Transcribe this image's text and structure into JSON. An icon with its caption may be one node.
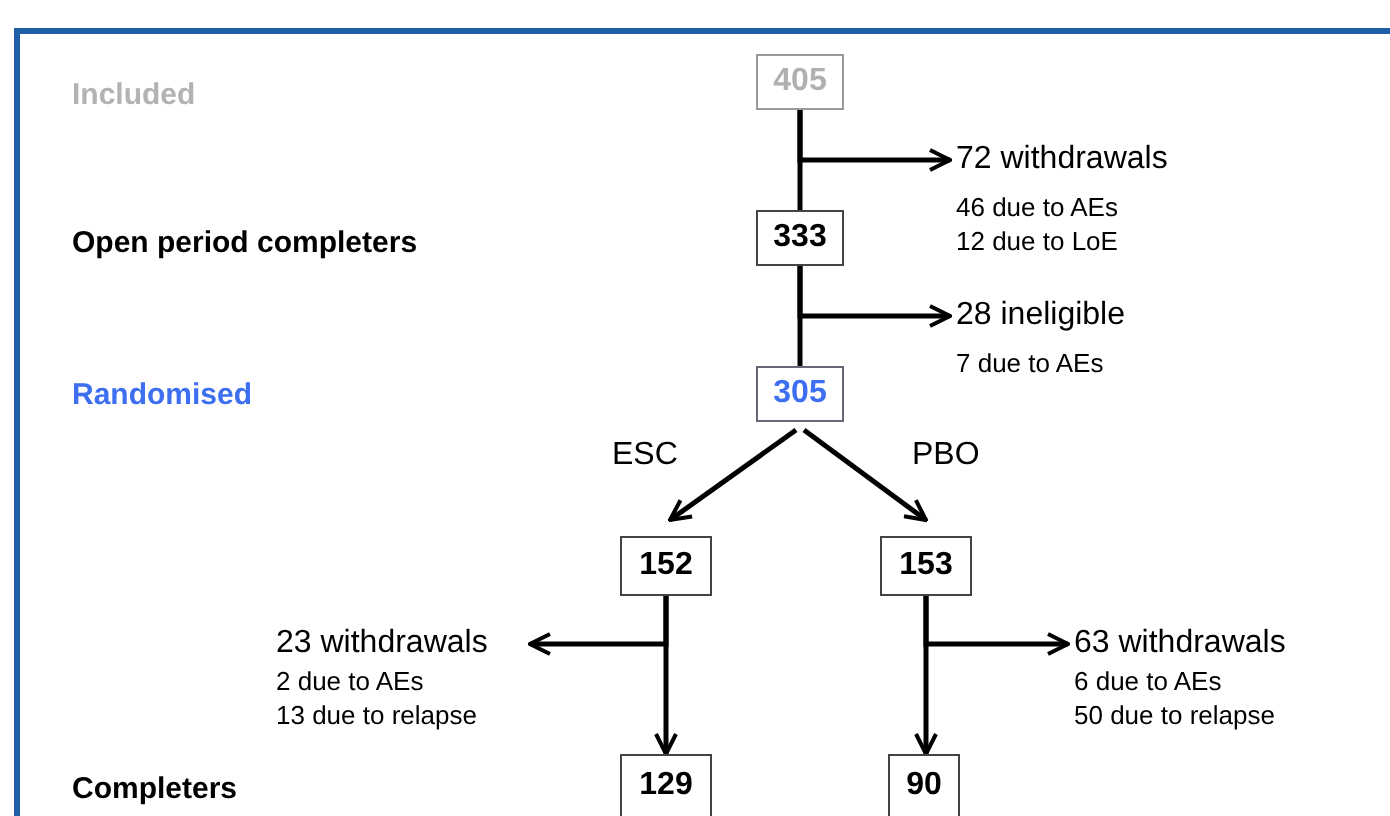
{
  "diagram": {
    "nodes": [
      {
        "text": [
          "405"
        ]
      },
      {
        "text": [
          "333"
        ]
      },
      {
        "text": [
          "305"
        ]
      },
      {
        "text": [
          "152"
        ]
      },
      {
        "text": [
          "153"
        ]
      },
      {
        "text": [
          "129"
        ]
      },
      {
        "text": [
          "90"
        ]
      },
      {
        "text": [
          "72 withdrawals",
          "46 due to AEs",
          "12 due to LoE"
        ]
      },
      {
        "text": [
          "28 ineligible",
          "7 due to AEs"
        ]
      },
      {
        "text": [
          "23 withdrawals",
          "2 due to AEs",
          "13 due to relapse"
        ]
      },
      {
        "text": [
          "63 withdrawals",
          "6 due to AEs",
          "50 due to relapse"
        ]
      }
    ],
    "edges": [
      {
        "from": 0,
        "to": 1,
        "arrow": "none"
      },
      {
        "from": 0,
        "to": 7,
        "arrow": "to"
      },
      {
        "from": 1,
        "to": 2,
        "arrow": "none"
      },
      {
        "from": 1,
        "to": 8,
        "arrow": "to"
      },
      {
        "from": 2,
        "to": 3,
        "arrow": "to",
        "label": "ESC"
      },
      {
        "from": 2,
        "to": 4,
        "arrow": "to",
        "label": "PBO"
      },
      {
        "from": 3,
        "to": 9,
        "arrow": "to"
      },
      {
        "from": 3,
        "to": 5,
        "arrow": "to"
      },
      {
        "from": 4,
        "to": 10,
        "arrow": "to"
      },
      {
        "from": 4,
        "to": 6,
        "arrow": "to"
      }
    ],
    "labels": [
      "Included",
      "Open period completers",
      "Randomised",
      "Completers"
    ]
  }
}
